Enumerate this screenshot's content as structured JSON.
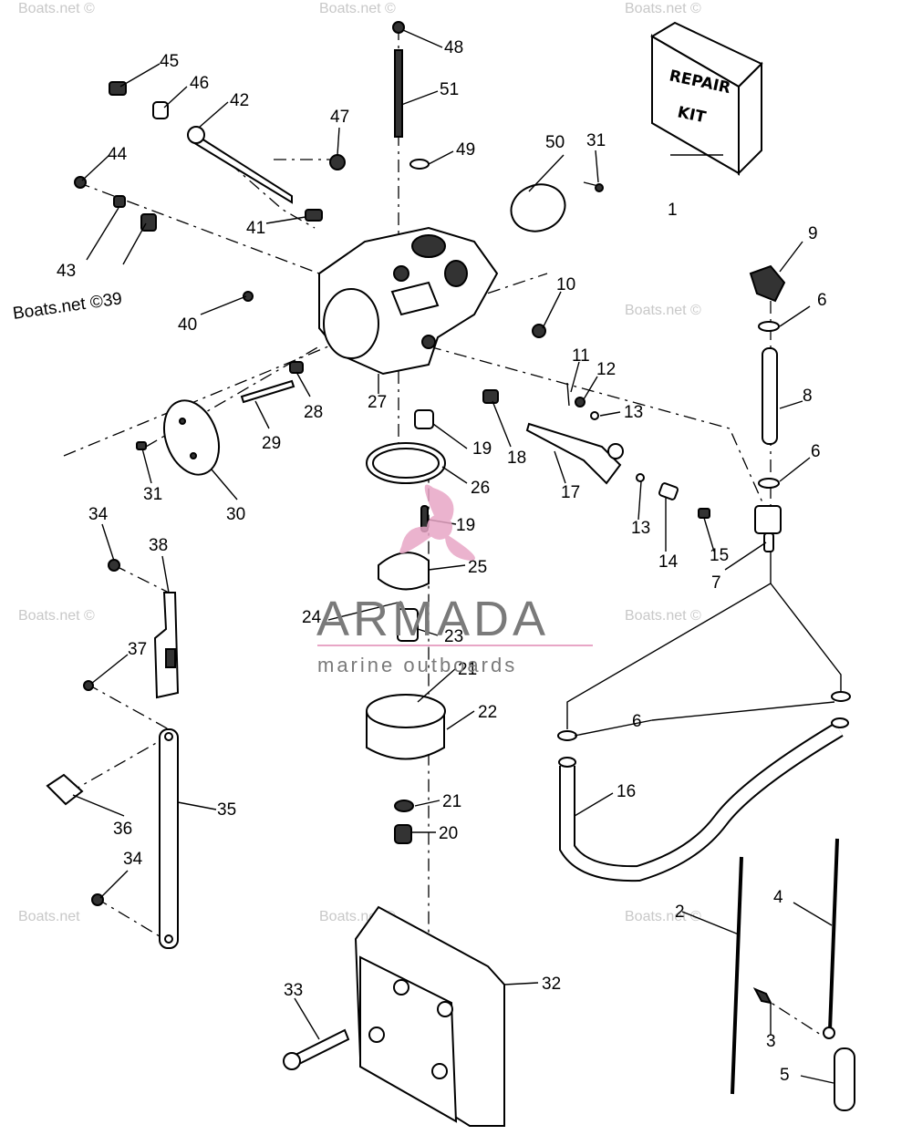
{
  "diagram": {
    "part_numbers": [
      "1",
      "2",
      "3",
      "4",
      "5",
      "6",
      "6",
      "6",
      "7",
      "8",
      "9",
      "10",
      "11",
      "12",
      "13",
      "13",
      "14",
      "15",
      "16",
      "17",
      "18",
      "19",
      "19",
      "20",
      "21",
      "21",
      "22",
      "23",
      "24",
      "25",
      "26",
      "27",
      "28",
      "29",
      "30",
      "31",
      "31",
      "32",
      "33",
      "34",
      "34",
      "35",
      "36",
      "37",
      "38",
      "39",
      "40",
      "41",
      "42",
      "43",
      "44",
      "45",
      "46",
      "47",
      "48",
      "49",
      "50",
      "51"
    ],
    "repair_kit_text": [
      "REPAIR",
      "KIT"
    ],
    "watermarks": [
      "Boats.net ©39",
      "Boats.net ©",
      "Boats.net ©",
      "Boats.net ©",
      "Boats.net ©",
      "Boats.net ©",
      "Boats.net ©",
      "Boats.net ©",
      "Boats.net"
    ],
    "logo": {
      "brand": "ARMADA",
      "tagline": "marine outboards",
      "color": "#e8a6c6"
    }
  }
}
